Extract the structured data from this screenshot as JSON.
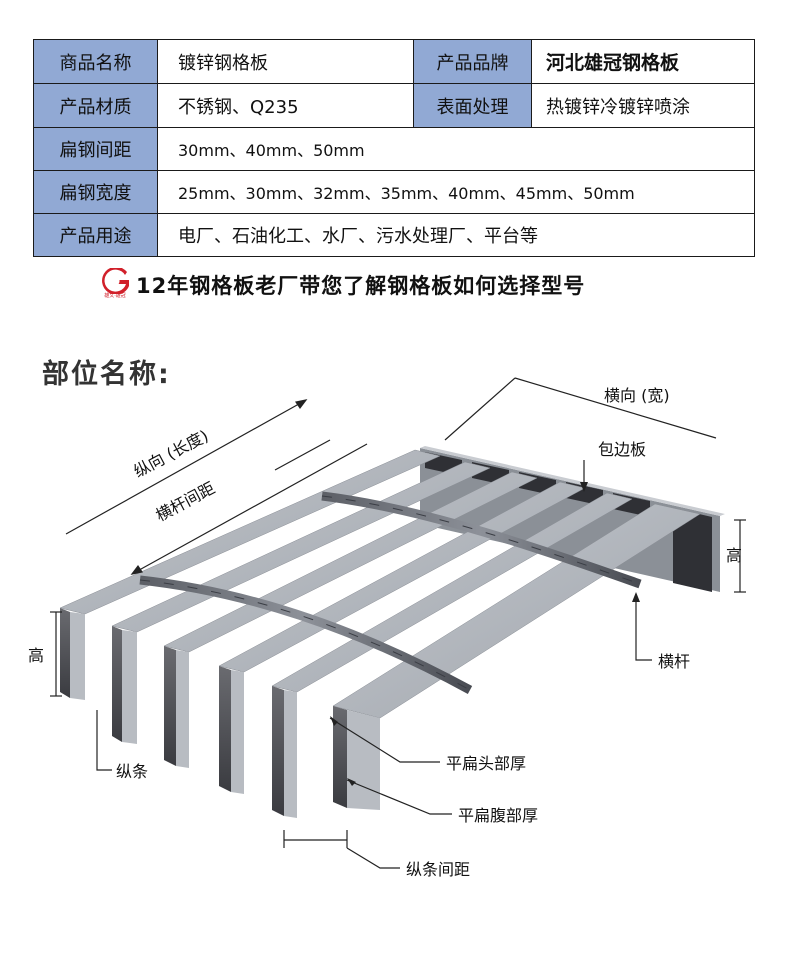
{
  "spec_table": {
    "rows": [
      {
        "label": "商品名称",
        "value": "镀锌钢格板",
        "label2": "产品品牌",
        "value2": "河北雄冠钢格板"
      },
      {
        "label": "产品材质",
        "value": "不锈钢、Q235",
        "label2": "表面处理",
        "value2": "热镀锌冷镀锌喷涂"
      },
      {
        "label": "扁钢间距",
        "value": "30mm、40mm、50mm"
      },
      {
        "label": "扁钢宽度",
        "value": "25mm、30mm、32mm、35mm、40mm、45mm、50mm"
      },
      {
        "label": "产品用途",
        "value": "电厂、石油化工、水厂、污水处理厂、平台等"
      }
    ]
  },
  "subtitle": {
    "logo_letter": "G",
    "logo_caption": "雄文·雄冠",
    "text": "12年钢格板老厂带您了解钢格板如何选择型号"
  },
  "diagram": {
    "heading": "部位名称:",
    "labels": {
      "horizontal_width": "横向 (宽)",
      "longitudinal_length": "纵向 (长度)",
      "crossbar_spacing": "横杆间距",
      "edge_band": "包边板",
      "height_right": "高",
      "height_left": "高",
      "crossbar": "横杆",
      "bearing_bar": "纵条",
      "flat_head_thickness": "平扁头部厚",
      "flat_web_thickness": "平扁腹部厚",
      "bearing_bar_spacing": "纵条间距"
    }
  },
  "colors": {
    "header_bg": "#91a9d4",
    "border": "#1a1a1a",
    "steel_top": "#aeb3ba",
    "steel_side": "#4a4b50",
    "logo_red": "#d1202a"
  }
}
